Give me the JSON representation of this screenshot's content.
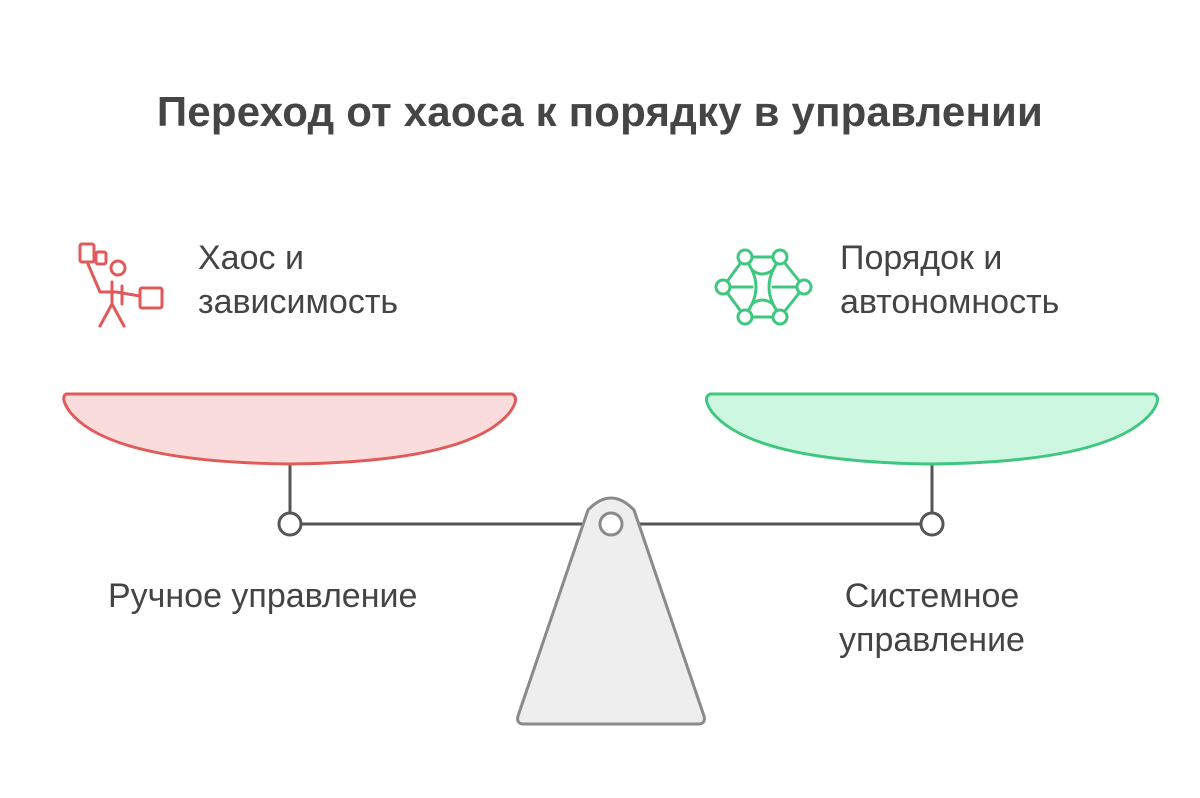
{
  "title": "Переход от хаоса к порядку в управлении",
  "left": {
    "heading_line1": "Хаос и",
    "heading_line2": "зависимость",
    "caption": "Ручное управление",
    "icon": "person-juggling-papers-icon",
    "color": "#e05a5a",
    "fill": "#fbdcdc"
  },
  "right": {
    "heading_line1": "Порядок и",
    "heading_line2": "автономность",
    "caption_line1": "Системное",
    "caption_line2": "управление",
    "icon": "connected-network-icon",
    "color": "#3fc77f",
    "fill": "#cdf7e0"
  },
  "scale": {
    "beam_color": "#555555",
    "stand_fill": "#eeeeee",
    "stand_stroke": "#8a8a8a"
  }
}
